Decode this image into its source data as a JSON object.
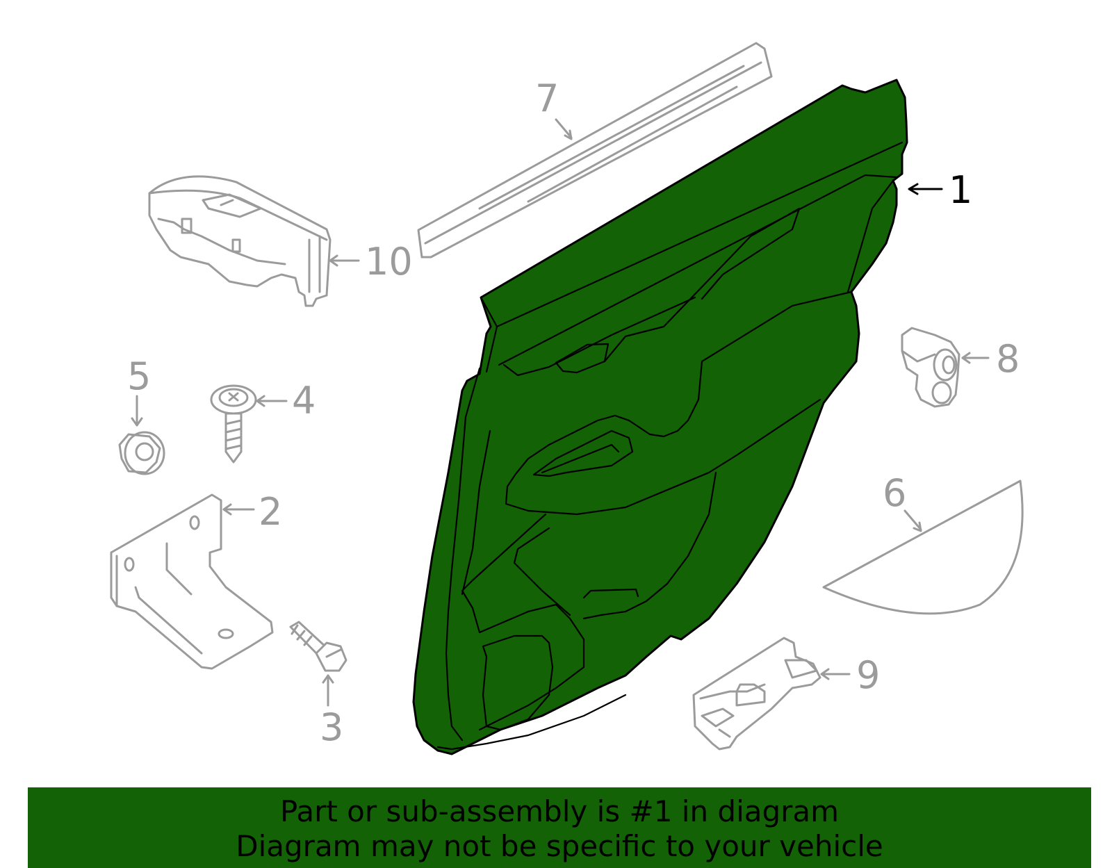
{
  "diagram": {
    "highlight_color": "#136206",
    "callout_color": "#9b9b9b",
    "callouts": {
      "p1": "1",
      "p2": "2",
      "p3": "3",
      "p4": "4",
      "p5": "5",
      "p6": "6",
      "p7": "7",
      "p8": "8",
      "p9": "9",
      "p10": "10"
    }
  },
  "banner": {
    "line1": "Part or sub-assembly is #1 in diagram",
    "line2": "Diagram may not be specific to your vehicle"
  }
}
